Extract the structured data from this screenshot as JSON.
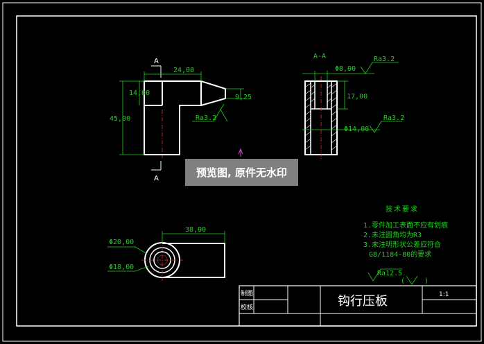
{
  "drawing": {
    "section_marker_a": "A",
    "section_title": "A-A",
    "dims": {
      "width_24": "24,00",
      "height_14": "14,00",
      "height_45": "45,00",
      "height_9_25": "9,25",
      "dia_8": "Φ8,00",
      "height_17": "17,00",
      "dia_14": "Φ14,00",
      "len_38": "38,00",
      "dia_20": "Φ20,00",
      "dia_18": "Φ18,00"
    },
    "roughness": {
      "front": "Ra3.2",
      "hole_top": "Ra3.2",
      "hole_bottom": "Ra3.2",
      "general": "Ra12.5"
    },
    "tech_req": {
      "title": "技术要求",
      "items": [
        "1.零件加工表面不应有划痕",
        "2.未注圆角均为R3",
        "3.未注明形状公差应符合",
        "GB/1184-80的要求"
      ]
    }
  },
  "title_block": {
    "drawn_label": "制图",
    "checked_label": "校核",
    "part_name": "钩行压板",
    "scale": "1:1"
  },
  "watermark": "预览图, 原件无水印"
}
